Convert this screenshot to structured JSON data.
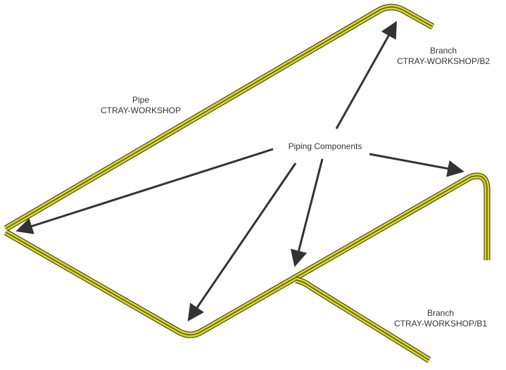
{
  "labels": {
    "pipe": {
      "title": "Pipe",
      "name": "CTRAY-WORKSHOP"
    },
    "branch_b2": {
      "title": "Branch",
      "name": "CTRAY-WORKSHOP/B2"
    },
    "branch_b1": {
      "title": "Branch",
      "name": "CTRAY-WORKSHOP/B1"
    },
    "components": "Piping Components"
  },
  "colors": {
    "tray": "#d8d820",
    "outline": "#2a2a1a",
    "arrow": "#333333"
  }
}
